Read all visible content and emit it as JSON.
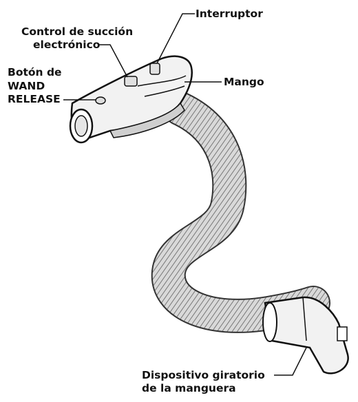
{
  "labels": {
    "interruptor": "Interruptor",
    "control_line1": "Control de succión",
    "control_line2": "electrónico",
    "wand_line1": "Botón de",
    "wand_line2": "WAND",
    "wand_line3": "RELEASE",
    "mango": "Mango",
    "swivel_line1": "Dispositivo giratorio",
    "swivel_line2": "de la manguera"
  }
}
